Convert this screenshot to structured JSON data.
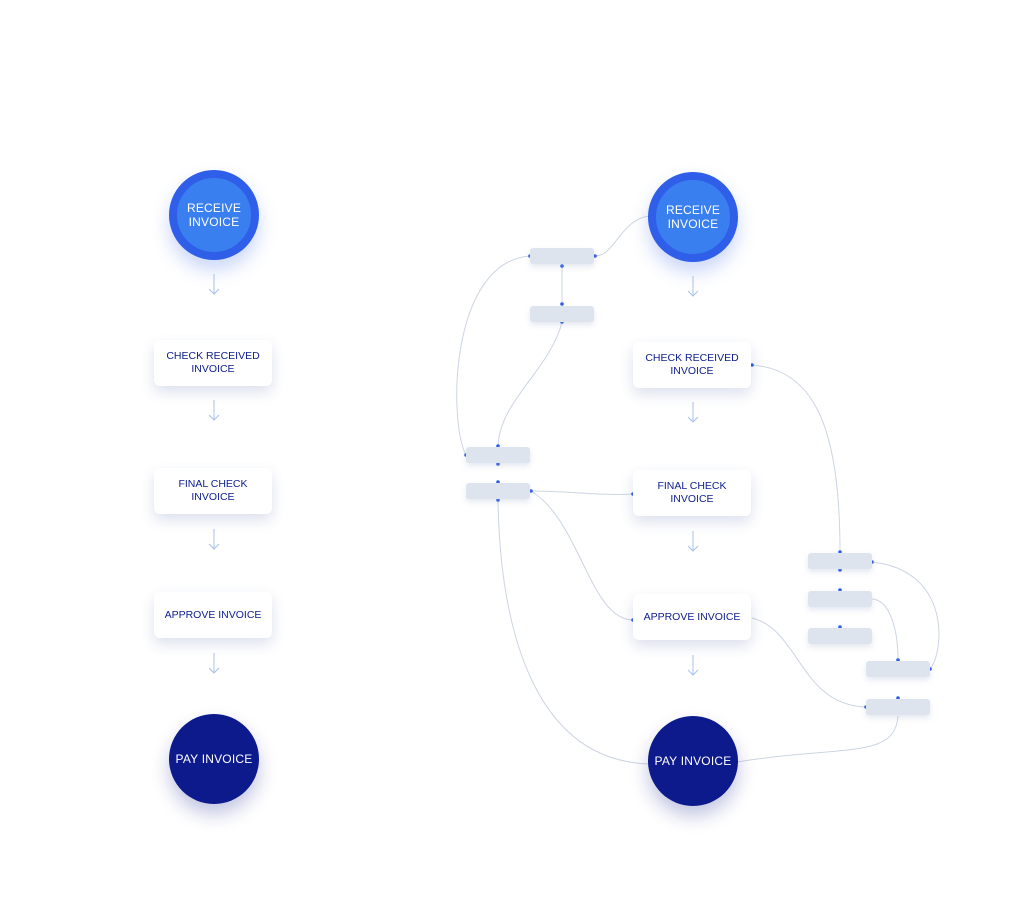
{
  "colors": {
    "start_fill": "#3a7ff0",
    "start_ring": "#2f5fe8",
    "end_fill": "#0d1a8c",
    "box_text": "#10218f",
    "connector": "#cdd5e3",
    "arrow": "#a8c0ee",
    "port": "#2f5fe8",
    "mini_block": "#dde4ee"
  },
  "flows": [
    {
      "name": "simple",
      "steps": [
        {
          "kind": "start",
          "label": "RECEIVE\nINVOICE"
        },
        {
          "kind": "task",
          "label": "CHECK RECEIVED\nINVOICE"
        },
        {
          "kind": "task",
          "label": "FINAL CHECK\nINVOICE"
        },
        {
          "kind": "task",
          "label": "APPROVE INVOICE"
        },
        {
          "kind": "end",
          "label": "PAY INVOICE"
        }
      ]
    },
    {
      "name": "connected",
      "steps": [
        {
          "kind": "start",
          "label": "RECEIVE\nINVOICE"
        },
        {
          "kind": "task",
          "label": "CHECK RECEIVED\nINVOICE"
        },
        {
          "kind": "task",
          "label": "FINAL CHECK\nINVOICE"
        },
        {
          "kind": "task",
          "label": "APPROVE INVOICE"
        },
        {
          "kind": "end",
          "label": "PAY INVOICE"
        }
      ]
    }
  ]
}
